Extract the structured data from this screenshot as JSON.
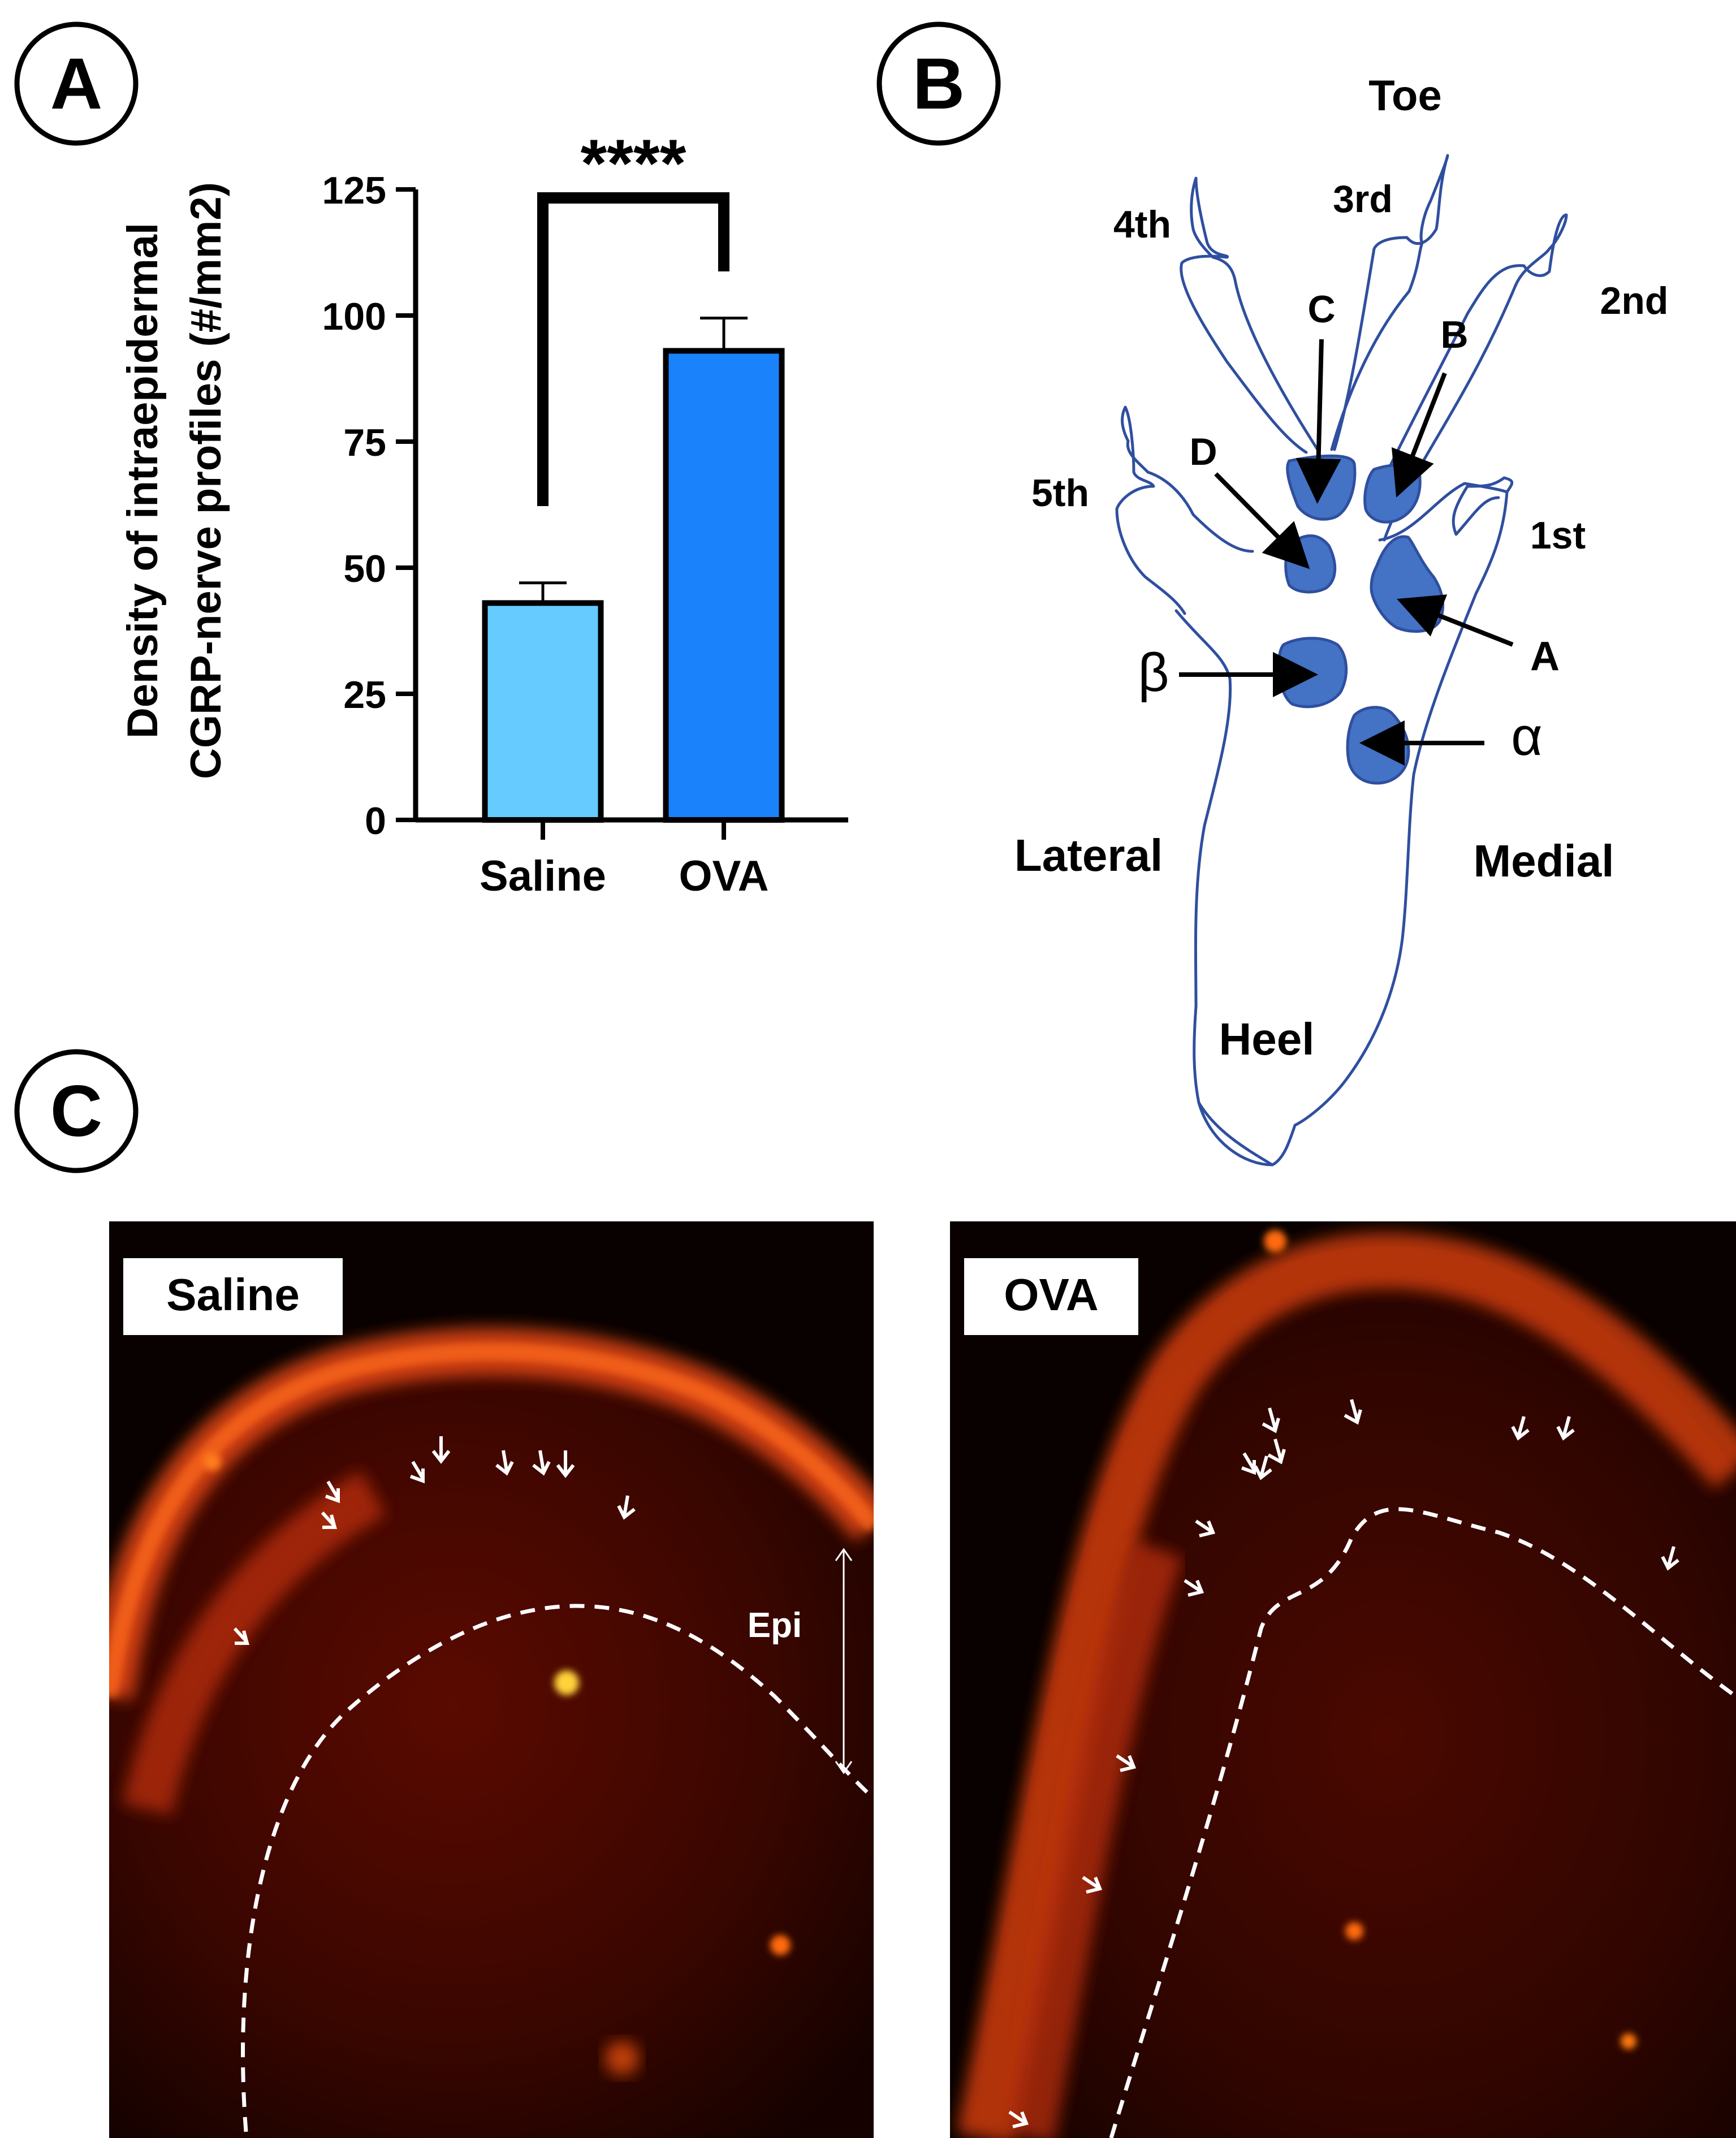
{
  "panels": {
    "a": {
      "label": "A",
      "significance": "****",
      "chart_data": {
        "type": "bar",
        "categories": [
          "Saline",
          "OVA"
        ],
        "values": [
          43,
          93
        ],
        "errors": [
          4,
          6.5
        ],
        "colors": [
          "#66ccff",
          "#1a82fa"
        ],
        "ylabel_line1": "Density of intraepidermal",
        "ylabel_line2": "CGRP-nerve profiles (#/mm2)",
        "xlabel": "",
        "ylim": [
          0,
          125
        ],
        "yticks": [
          "0",
          "25",
          "50",
          "75",
          "100",
          "125"
        ],
        "grid": false
      }
    },
    "b": {
      "label": "B",
      "toe": "Toe",
      "heel": "Heel",
      "lateral": "Lateral",
      "medial": "Medial",
      "digits": {
        "first": "1st",
        "second": "2nd",
        "third": "3rd",
        "fourth": "4th",
        "fifth": "5th"
      },
      "pads": {
        "a": "A",
        "b": "B",
        "c": "C",
        "d": "D",
        "alpha": "α",
        "beta": "β"
      },
      "pad_color": "#4472c4",
      "outline_color": "#2f4f9f"
    },
    "c": {
      "label": "C",
      "left_title": "Saline",
      "right_title": "OVA",
      "epi_label": "Epi",
      "tissue_color": "#d23a10"
    }
  }
}
